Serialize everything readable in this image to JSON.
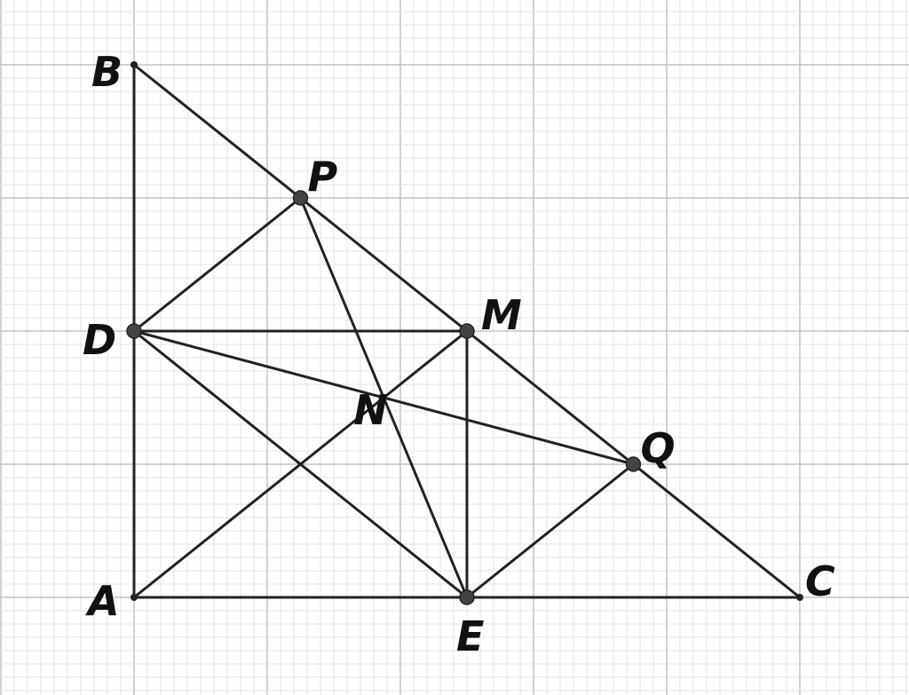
{
  "points": {
    "A": {
      "label": "A",
      "x": 0,
      "y": 0
    },
    "B": {
      "label": "B",
      "x": 0,
      "y": 8
    },
    "C": {
      "label": "C",
      "x": 10,
      "y": 0
    },
    "D": {
      "label": "D",
      "x": 0,
      "y": 4
    },
    "E": {
      "label": "E",
      "x": 5,
      "y": 0
    },
    "M": {
      "label": "M",
      "x": 5,
      "y": 4
    },
    "N": {
      "label": "N",
      "x": 3.75,
      "y": 3
    },
    "P": {
      "label": "P",
      "x": 2.5,
      "y": 6
    },
    "Q": {
      "label": "Q",
      "x": 7.5,
      "y": 2
    }
  },
  "segments": [
    [
      "A",
      "B"
    ],
    [
      "A",
      "C"
    ],
    [
      "B",
      "C"
    ],
    [
      "D",
      "M"
    ],
    [
      "D",
      "E"
    ],
    [
      "M",
      "E"
    ],
    [
      "A",
      "M"
    ],
    [
      "P",
      "E"
    ],
    [
      "D",
      "Q"
    ],
    [
      "D",
      "P"
    ],
    [
      "E",
      "Q"
    ]
  ]
}
